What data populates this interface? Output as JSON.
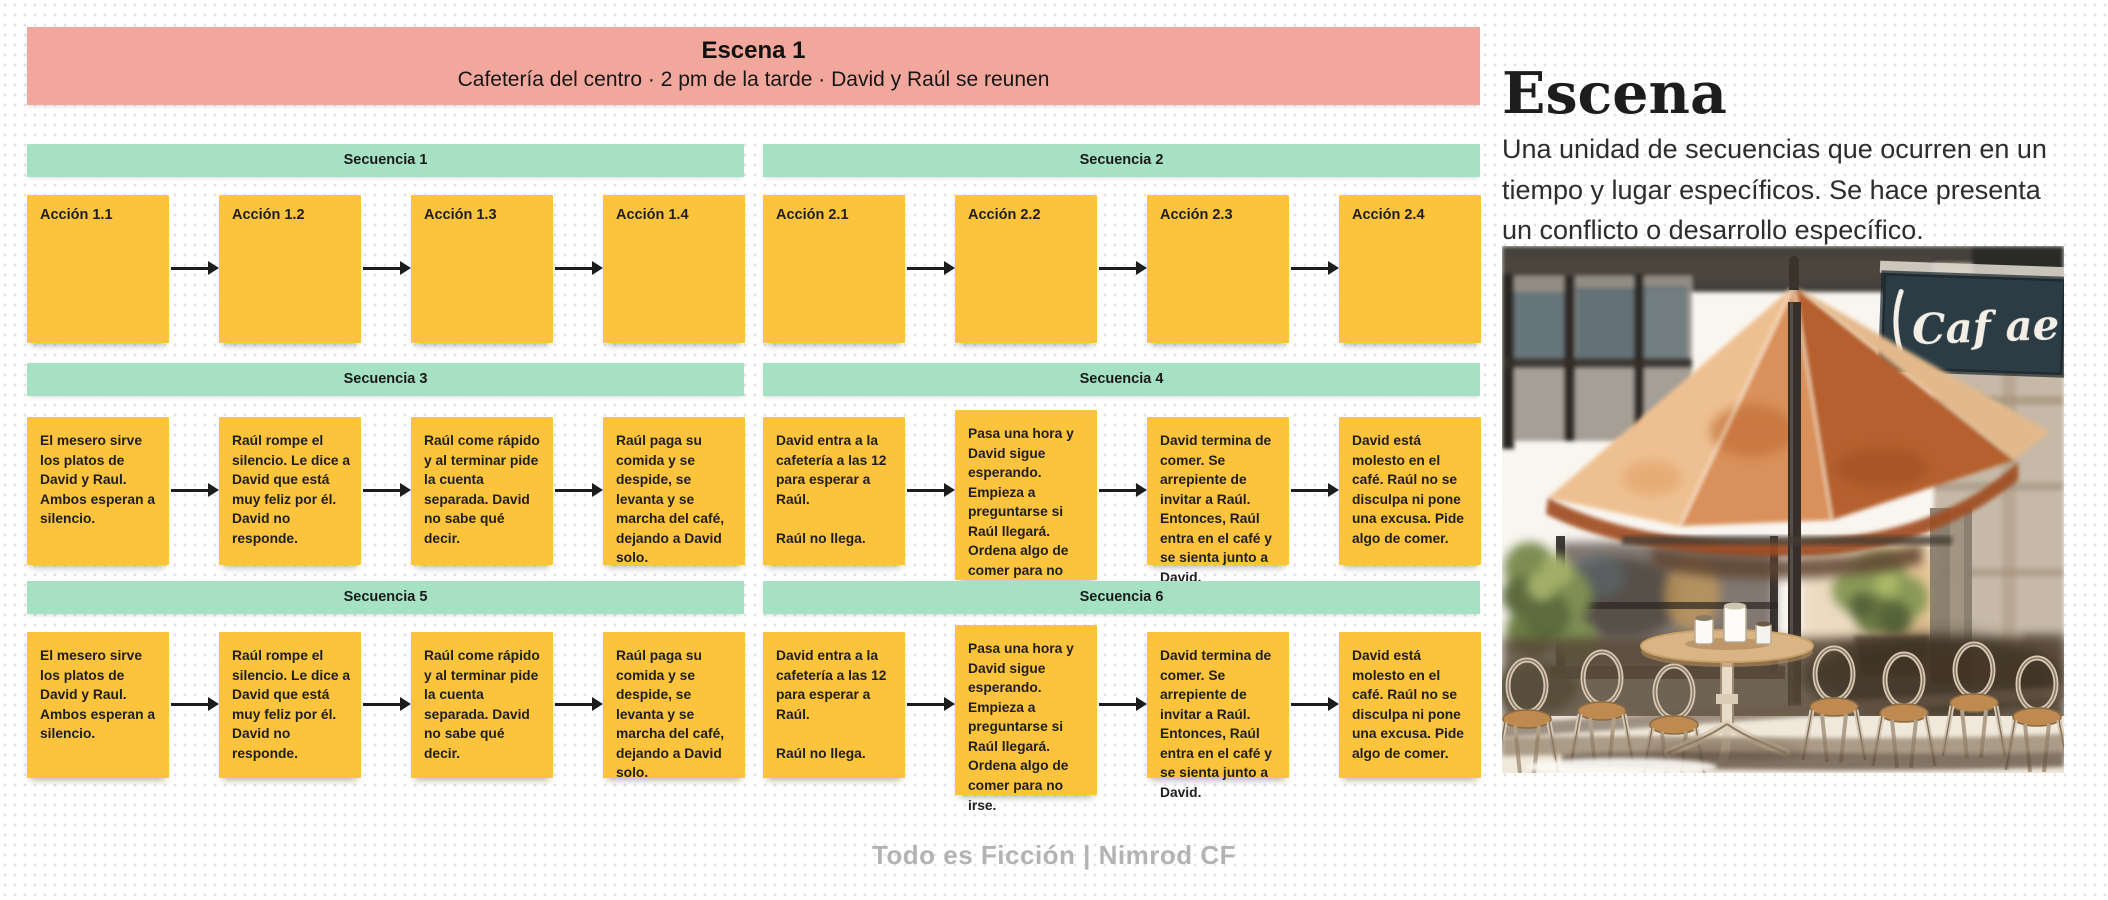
{
  "banner": {
    "title": "Escena 1",
    "subtitle": "Cafetería del centro · 2 pm de la tarde · David y Raúl se reunen"
  },
  "sequences": [
    {
      "label": "Secuencia 1",
      "notes": [
        "Acción 1.1",
        "Acción 1.2",
        "Acción 1.3",
        "Acción 1.4"
      ]
    },
    {
      "label": "Secuencia 2",
      "notes": [
        "Acción 2.1",
        "Acción 2.2",
        "Acción 2.3",
        "Acción 2.4"
      ]
    },
    {
      "label": "Secuencia 3",
      "notes": [
        "El mesero sirve los platos de David y Raul. Ambos esperan a silencio.",
        "Raúl rompe el silencio. Le dice a David que está muy feliz por él. David no responde.",
        "Raúl come rápido y al terminar pide la cuenta separada. David no sabe qué decir.",
        "Raúl paga su comida y se despide, se levanta y se marcha del café, dejando a David solo."
      ]
    },
    {
      "label": "Secuencia 4",
      "notes": [
        "David entra a la cafetería a las 12 para esperar a Raúl.\n\nRaúl no llega.",
        "Pasa una hora y David sigue esperando. Empieza a preguntarse si Raúl llegará. Ordena algo de comer para no irse.",
        "David termina de comer. Se arrepiente de invitar a Raúl. Entonces, Raúl entra en el café y se sienta junto a David.",
        "David está molesto en el café. Raúl no se disculpa ni pone una excusa. Pide algo de comer."
      ]
    },
    {
      "label": "Secuencia 5",
      "notes": [
        "El mesero sirve los platos de David y Raul. Ambos esperan a silencio.",
        "Raúl rompe el silencio. Le dice a David que está muy feliz por él. David no responde.",
        "Raúl come rápido y al terminar pide la cuenta separada. David no sabe qué decir.",
        "Raúl paga su comida y se despide, se levanta y se marcha del café, dejando a David solo."
      ]
    },
    {
      "label": "Secuencia 6",
      "notes": [
        "David entra a la cafetería a las 12 para esperar a Raúl.\n\nRaúl no llega.",
        "Pasa una hora y David sigue esperando. Empieza a preguntarse si Raúl llegará. Ordena algo de comer para no irse.",
        "David termina de comer. Se arrepiente de invitar a Raúl. Entonces, Raúl entra en el café y se sienta junto a David.",
        "David está molesto en el café. Raúl no se disculpa ni pone una excusa. Pide algo de comer."
      ]
    }
  ],
  "side_panel": {
    "title": "Escena",
    "description": "Una unidad de secuencias que ocurren en un\ntiempo y lugar específicos. Se hace presenta\nun conflicto o desarrollo específico.",
    "cafe_sign_text": "Caf ae"
  },
  "footer": {
    "credit": "Todo es Ficción | Nimrod CF"
  },
  "colors": {
    "banner_bg": "#F2A79C",
    "sequence_header_bg": "#A5E1C2",
    "sticky_note_bg": "#FCC33D",
    "arrow": "#1C1C1C",
    "footer_text": "#B3B3B3",
    "title_text": "#1D1D1D",
    "cafe_sign_bg": "#2C3C44",
    "umbrella_orange": "#B5602F"
  }
}
